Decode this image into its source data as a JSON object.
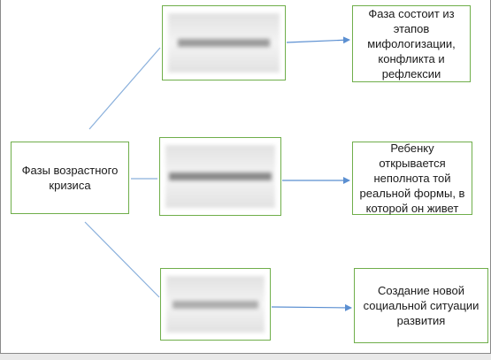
{
  "diagram": {
    "root": {
      "label": "Фазы возрастного кризиса"
    },
    "phases": [
      {
        "id": "phase-1",
        "label": "",
        "description": "Фаза состоит из этапов мифологизации, конфликта и рефлексии"
      },
      {
        "id": "phase-2",
        "label": "",
        "description": "Ребенку открывается неполнота той реальной формы, в которой он живет"
      },
      {
        "id": "phase-3",
        "label": "",
        "description": "Создание новой социальной ситуации развития"
      }
    ],
    "colors": {
      "box_border": "#6fae4a",
      "connector": "#5b8fd1",
      "text": "#1a1a1a"
    }
  }
}
